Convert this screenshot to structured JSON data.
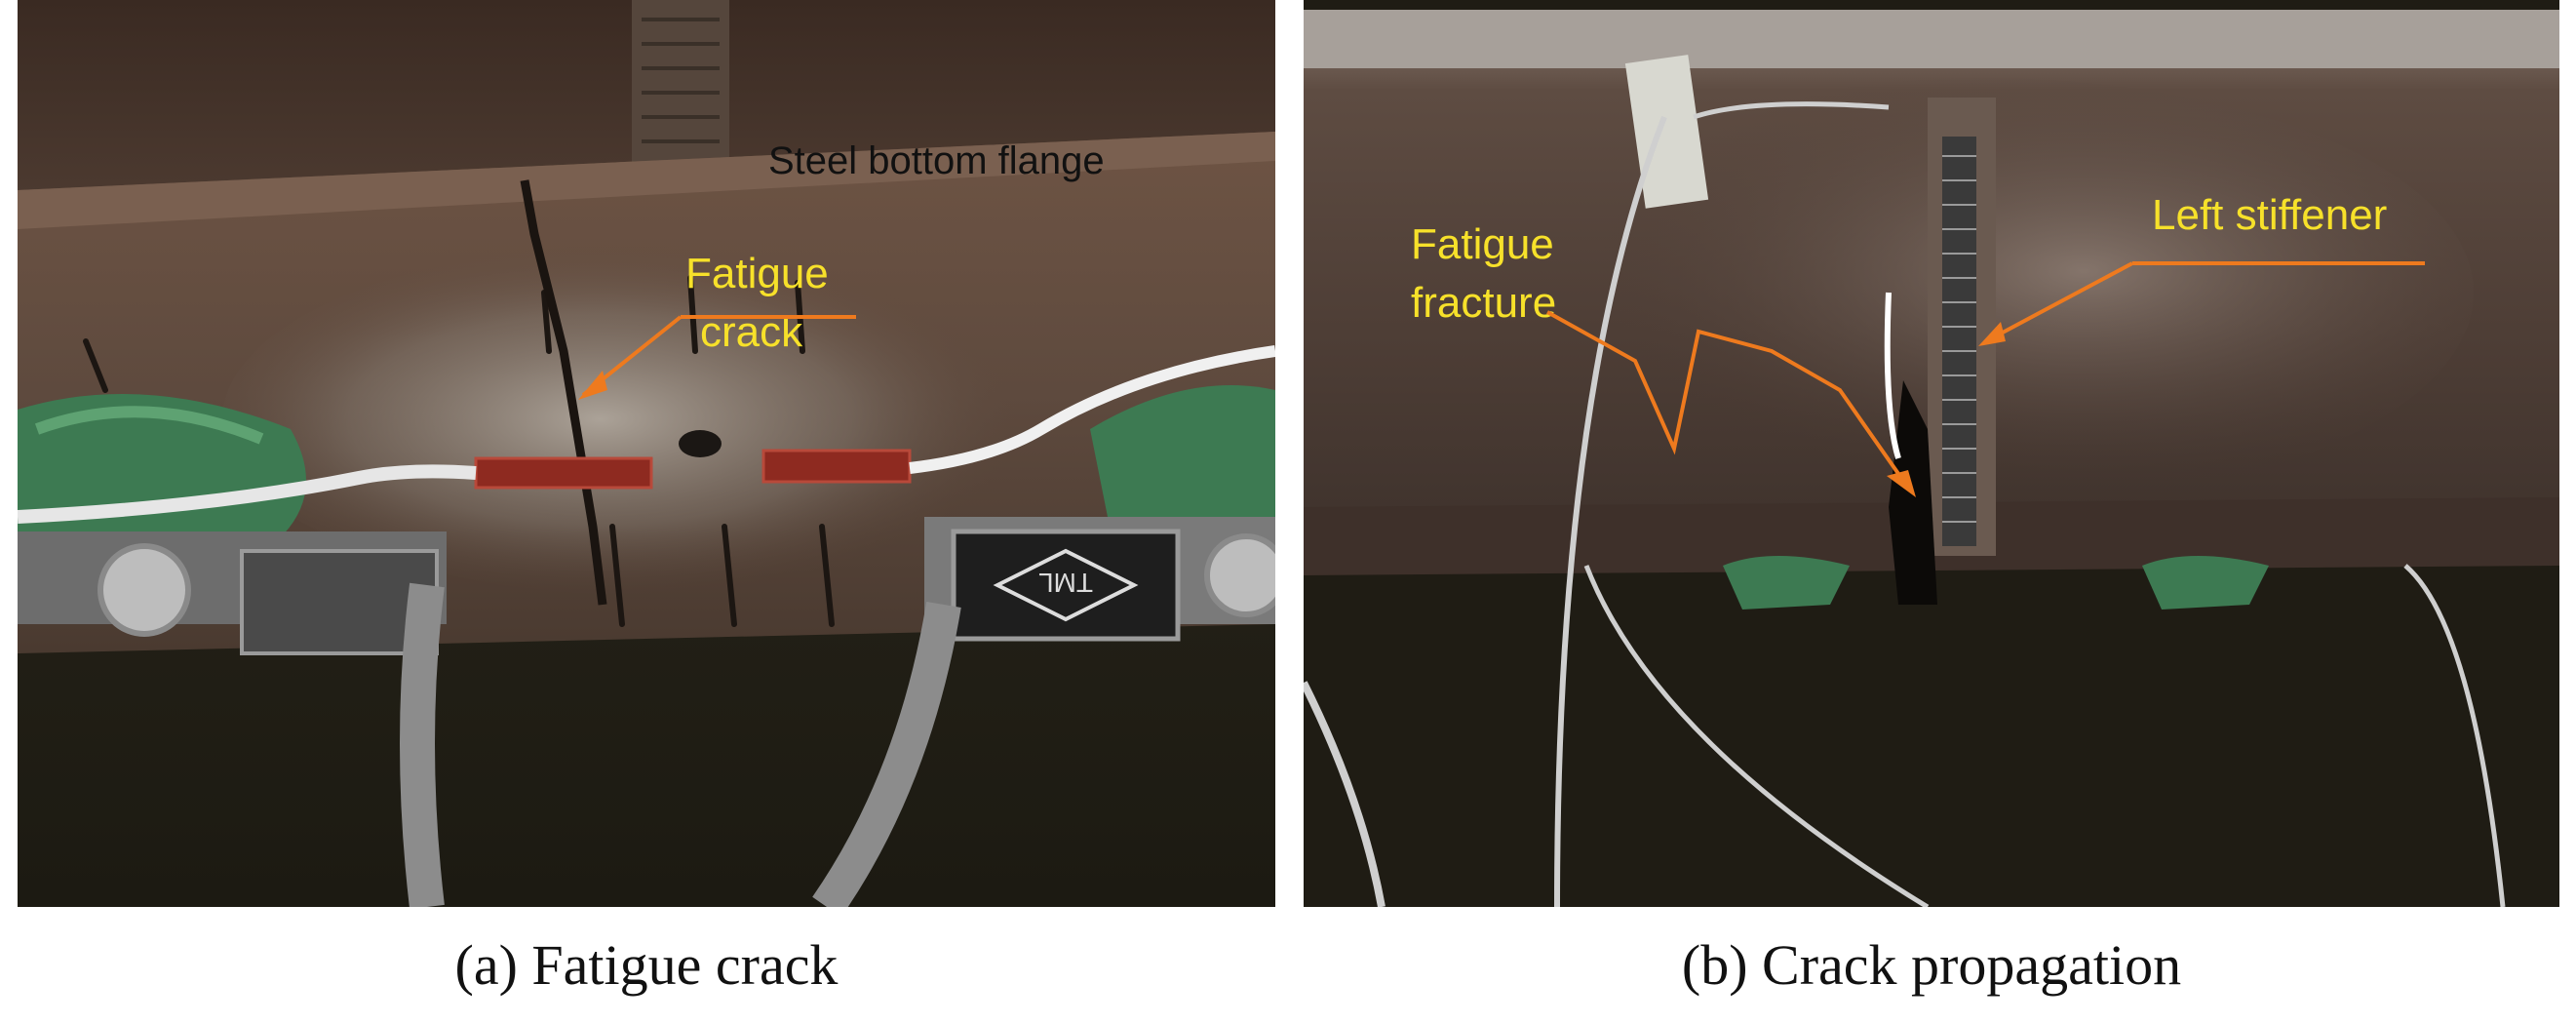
{
  "panel_a": {
    "labels": {
      "flange": "Steel bottom flange",
      "fatigue_line1": "Fatigue",
      "fatigue_line2": "crack",
      "gauge_brand": "TML"
    },
    "caption": "(a) Fatigue crack"
  },
  "panel_b": {
    "labels": {
      "stiffener": "Left stiffener",
      "fracture_line1": "Fatigue",
      "fracture_line2": "fracture"
    },
    "caption": "(b) Crack propagation"
  },
  "colors": {
    "annotation_yellow": "#f7e12a",
    "annotation_orange": "#ee7a1e",
    "steel": "#5a4638",
    "background_dark": "#1f1c14"
  }
}
